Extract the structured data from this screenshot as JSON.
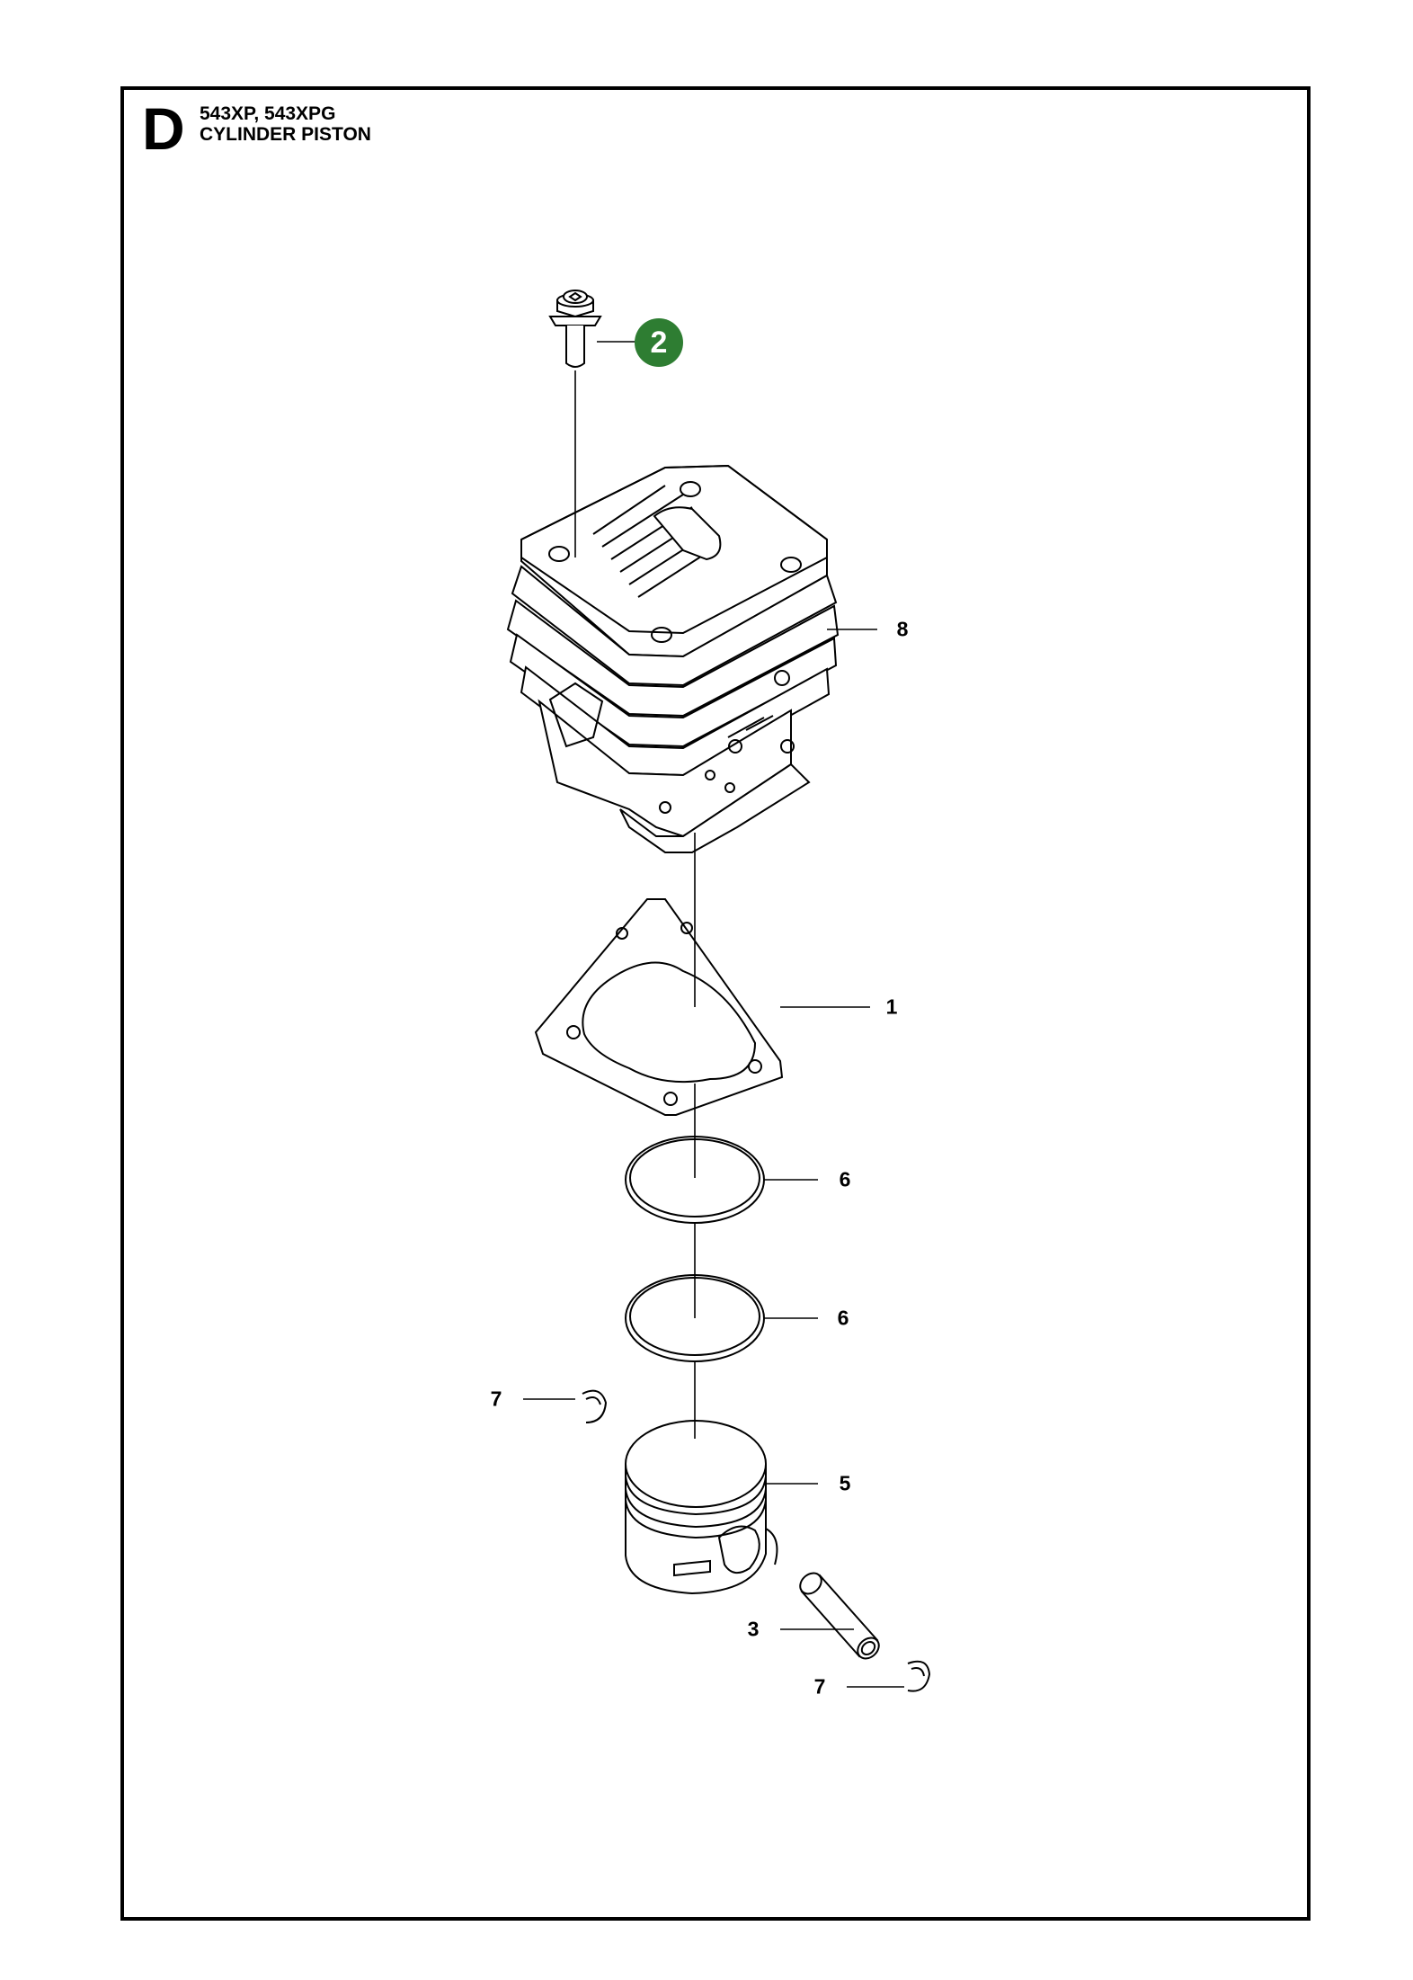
{
  "header": {
    "section_letter": "D",
    "models": "543XP, 543XPG",
    "subtitle": "CYLINDER PISTON"
  },
  "highlight_badge": {
    "label": "2",
    "color": "#2e7d32"
  },
  "callouts": {
    "cylinder": "8",
    "gasket": "1",
    "ring_upper": "6",
    "ring_lower": "6",
    "clip_left": "7",
    "piston": "5",
    "pin": "3",
    "clip_right": "7"
  },
  "colors": {
    "line": "#000000",
    "background": "#ffffff"
  }
}
